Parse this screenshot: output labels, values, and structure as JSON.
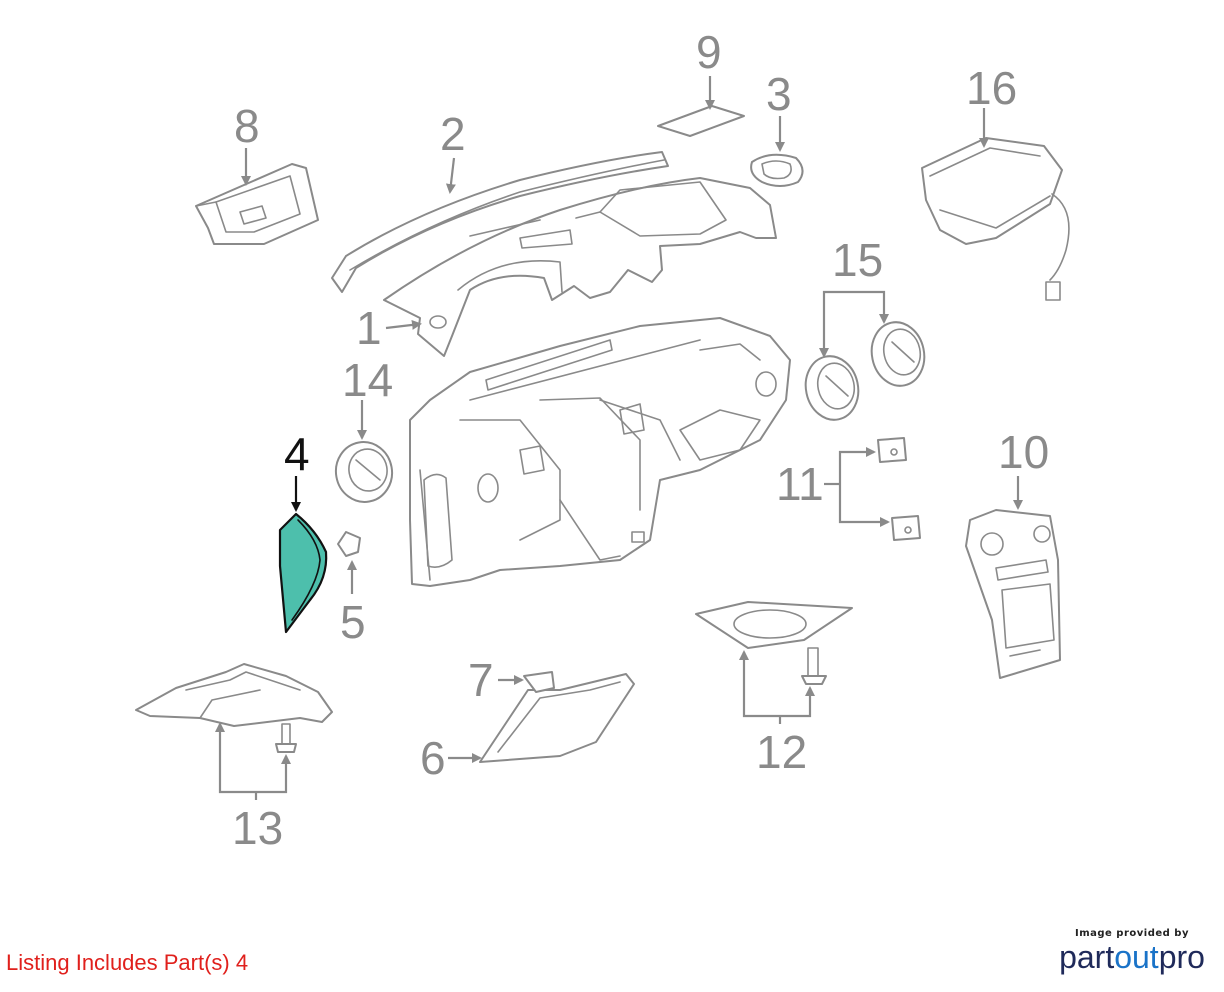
{
  "callouts": {
    "c1": "1",
    "c2": "2",
    "c3": "3",
    "c4": "4",
    "c5": "5",
    "c6": "6",
    "c7": "7",
    "c8": "8",
    "c9": "9",
    "c10": "10",
    "c11": "11",
    "c12": "12",
    "c13": "13",
    "c14": "14",
    "c15": "15",
    "c16": "16"
  },
  "highlighted_part": "4",
  "colors": {
    "highlight_fill": "#4dbfac",
    "line": "#8a8a8a",
    "note_text": "#e0201c"
  },
  "listing_note": "Listing Includes Part(s) 4",
  "credit": {
    "small": "Image provided by",
    "brand_part1": "part",
    "brand_part2": "out",
    "brand_part3": "pro"
  }
}
